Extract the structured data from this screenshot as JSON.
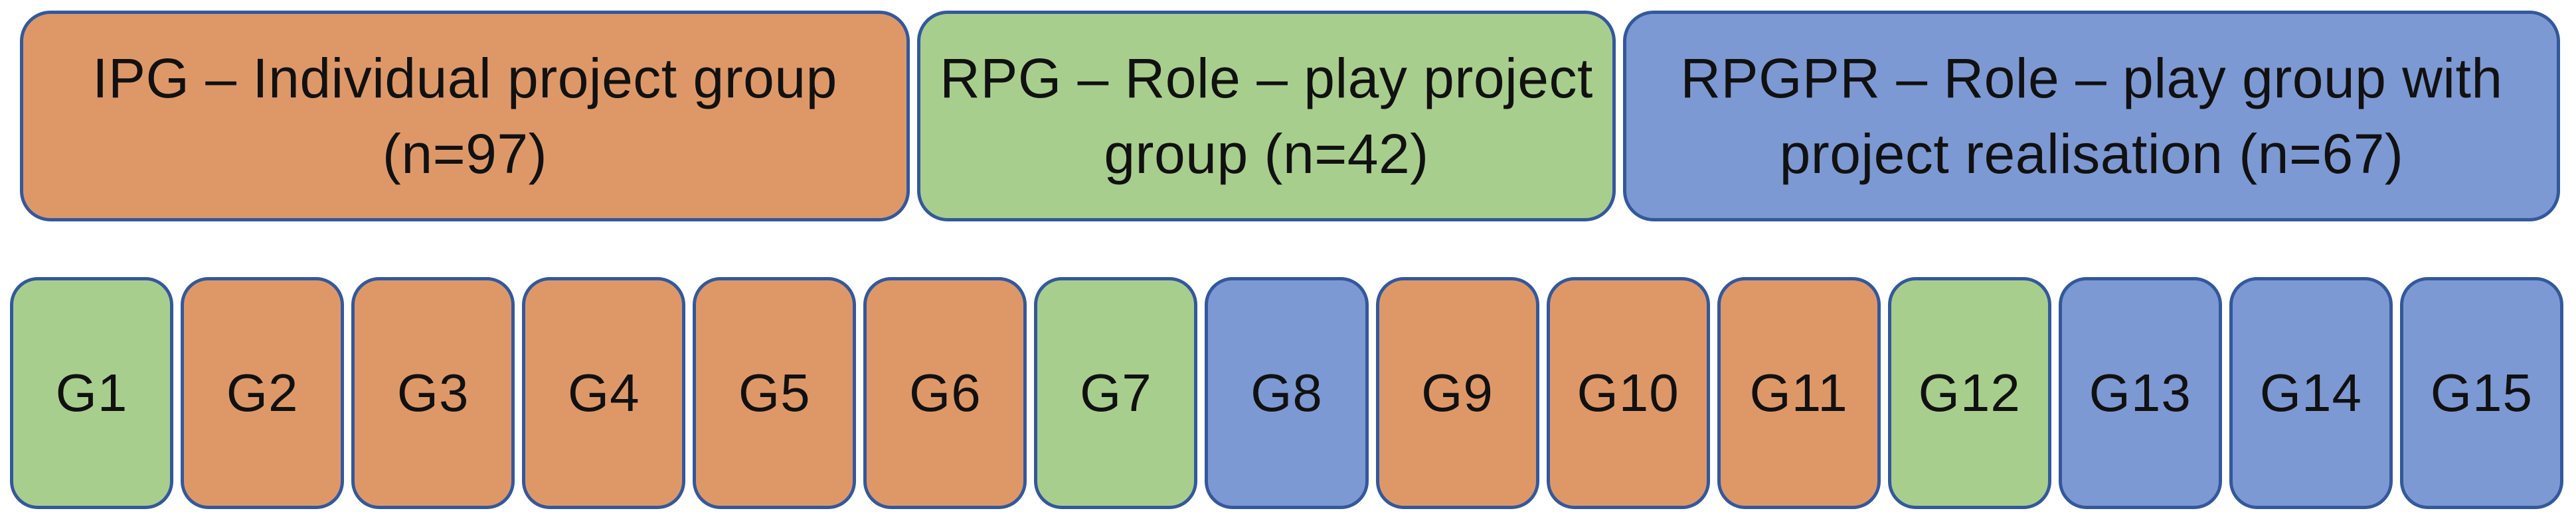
{
  "figure": {
    "description": "Study group allocation diagram with colour legend",
    "legend": [
      {
        "code": "IPG",
        "label": "IPG – Individual project group\n(n=97)",
        "n": 97,
        "category": "IPG"
      },
      {
        "code": "RPG",
        "label": "RPG – Role – play project\ngroup (n=42)",
        "n": 42,
        "category": "RPG"
      },
      {
        "code": "RPGPR",
        "label": "RPGPR – Role – play group with\nproject realisation (n=67)",
        "n": 67,
        "category": "RPGPR"
      }
    ],
    "groups": [
      {
        "label": "G1",
        "category": "RPG"
      },
      {
        "label": "G2",
        "category": "IPG"
      },
      {
        "label": "G3",
        "category": "IPG"
      },
      {
        "label": "G4",
        "category": "IPG"
      },
      {
        "label": "G5",
        "category": "IPG"
      },
      {
        "label": "G6",
        "category": "IPG"
      },
      {
        "label": "G7",
        "category": "RPG"
      },
      {
        "label": "G8",
        "category": "RPGPR"
      },
      {
        "label": "G9",
        "category": "IPG"
      },
      {
        "label": "G10",
        "category": "IPG"
      },
      {
        "label": "G11",
        "category": "IPG"
      },
      {
        "label": "G12",
        "category": "RPG"
      },
      {
        "label": "G13",
        "category": "RPGPR"
      },
      {
        "label": "G14",
        "category": "RPGPR"
      },
      {
        "label": "G15",
        "category": "RPGPR"
      }
    ],
    "colors": {
      "IPG": "#DE9868",
      "RPG": "#A8CE8D",
      "RPGPR": "#7D99D3",
      "border": "#33589D",
      "text": "#111111",
      "background": "#FFFFFF"
    }
  }
}
